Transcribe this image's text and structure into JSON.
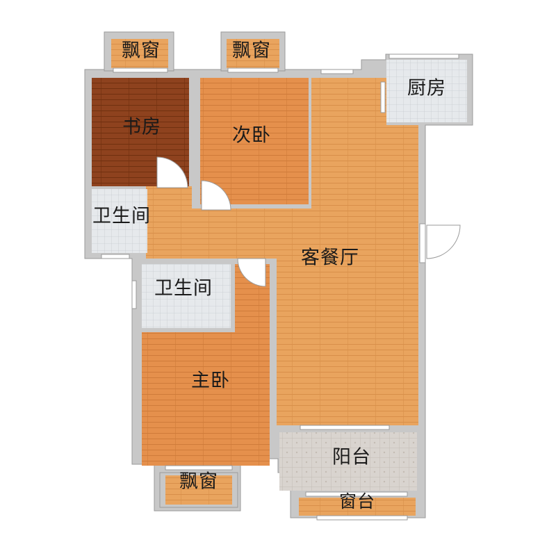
{
  "rooms": {
    "bay_window_1": "飘窗",
    "bay_window_2": "飘窗",
    "bay_window_3": "飘窗",
    "study": "书房",
    "second_bedroom": "次卧",
    "kitchen": "厨房",
    "bathroom_1": "卫生间",
    "bathroom_2": "卫生间",
    "living_dining": "客餐厅",
    "master_bedroom": "主卧",
    "balcony": "阳台",
    "window_sill": "窗台"
  },
  "colors": {
    "wood_light": "#e8a35c",
    "wood_orange": "#e5904c",
    "wood_dark": "#8b3f1c",
    "tile": "#e4e7ea",
    "balcony_tile": "#d6d1cc",
    "wall": "#c8c8c8",
    "wall_outline": "#9a9a9a",
    "window": "#ffffff"
  }
}
